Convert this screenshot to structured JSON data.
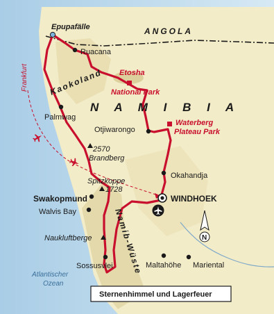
{
  "map": {
    "countries": {
      "angola": "ANGOLA",
      "namibia": "N A M I B I A"
    },
    "ocean": {
      "line1": "Atlantischer",
      "line2": "Ozean"
    },
    "regions": {
      "kaokoland": "Kaokoland",
      "namib": "Namib-Wüste"
    },
    "origin": "Frankfurt",
    "cities": {
      "epupafaelle": "Epupafälle",
      "ruacana": "Ruacana",
      "palmwag": "Palmwag",
      "otjiwarongo": "Otjiwarongo",
      "okahandja": "Okahandja",
      "windhoek": "WINDHOEK",
      "swakopmund": "Swakopmund",
      "walvis_bay": "Walvis Bay",
      "sossusvlei": "Sossusvlei",
      "maltahoehe": "Maltahöhe",
      "mariental": "Mariental"
    },
    "parks": {
      "etosha_line1": "Etosha",
      "etosha_line2": "National Park",
      "waterberg_line1": "Waterberg",
      "waterberg_line2": "Plateau Park"
    },
    "mountains": {
      "brandberg_height": "2570",
      "brandberg_name": "Brandberg",
      "spitzkoppe_name": "Spitzkoppe",
      "spitzkoppe_height": "1728",
      "naukluftberge": "Naukluftberge"
    },
    "compass": "N",
    "caption": "Sternenhimmel und Lagerfeuer",
    "colors": {
      "route": "#c8102e",
      "ocean": "#b9d7ea",
      "land": "#f3ecc8",
      "desert": "#e3d9aa",
      "text": "#1a1a1a"
    }
  }
}
